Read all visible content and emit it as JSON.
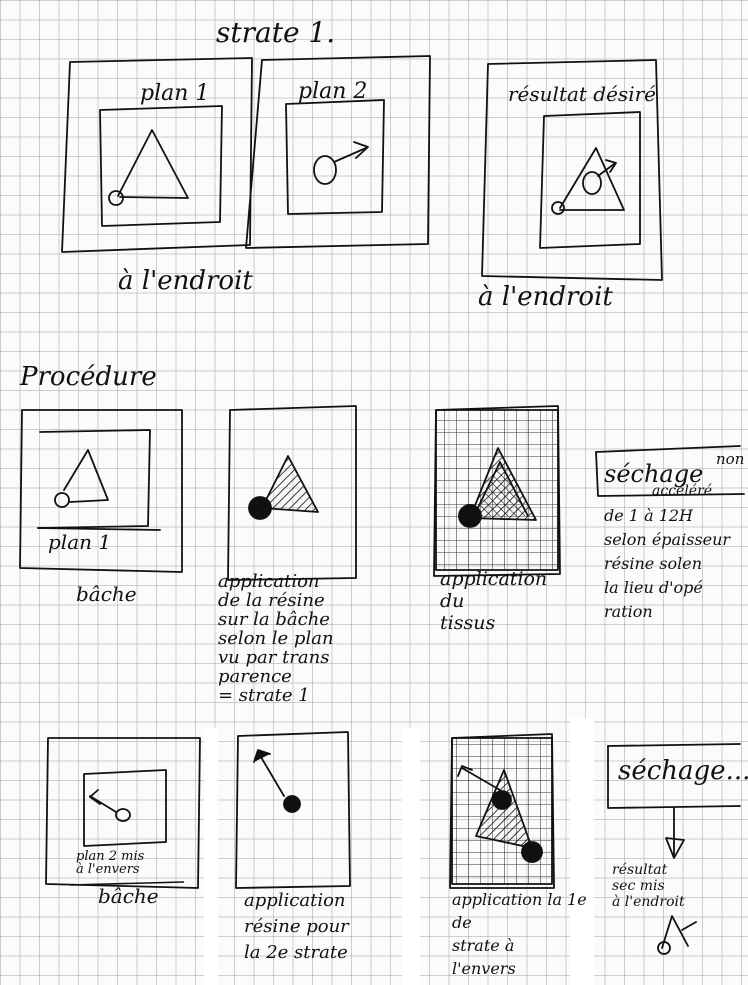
{
  "strate_title": "strate 1.",
  "top": {
    "plan1_label": "plan 1",
    "plan2_label": "plan 2",
    "result_label": "résultat désiré",
    "endroit_left": "à l'endroit",
    "endroit_right": "à l'endroit"
  },
  "procedure_title": "Procédure",
  "row1": {
    "step1_inner": "plan 1",
    "step1_caption": "bâche",
    "step2_lines": [
      "application",
      "de la résine",
      "sur la bâche",
      "selon le plan",
      "vu par trans",
      "parence",
      "= strate 1"
    ],
    "step3_lines": [
      "application",
      "du",
      "tissus"
    ],
    "step4_box": "séchage",
    "step4_side": "non",
    "step4_note": "accéléré",
    "step4_lines": [
      "de 1 à 12H",
      "selon épaisseur",
      "résine solen",
      "la lieu d'opé",
      "ration"
    ]
  },
  "row2": {
    "step1_inner_lines": [
      "plan 2 mis",
      "à l'envers"
    ],
    "step1_caption": "bâche",
    "step2_lines": [
      "application",
      "résine pour",
      "la 2e strate"
    ],
    "step3_lines": [
      "application la 1e",
      "de",
      "strate à",
      "l'envers"
    ],
    "step4_box": "séchage...",
    "step4_lines": [
      "résultat",
      "sec mis",
      "à l'endroit"
    ]
  }
}
